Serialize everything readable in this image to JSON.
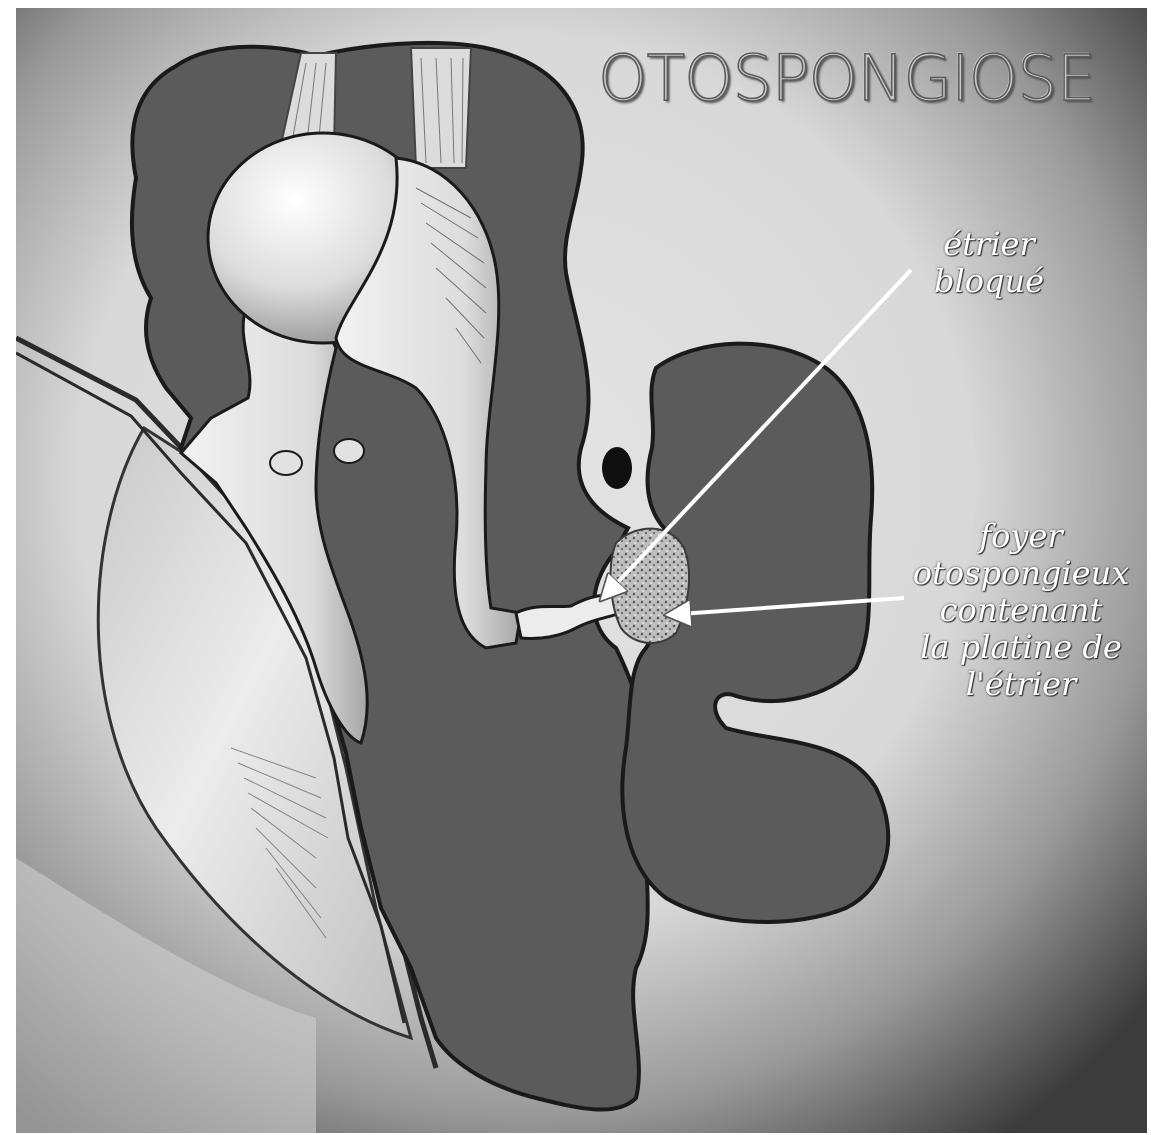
{
  "title": "OTOSPONGIOSE",
  "labels": {
    "etrier_bloque": {
      "line1": "étrier",
      "line2": "bloqué"
    },
    "foyer": {
      "line1": "foyer",
      "line2": "otospongieux",
      "line3": "contenant",
      "line4": "la platine de",
      "line5": "l'étrier"
    }
  },
  "colors": {
    "cavity": "#5b5b5b",
    "bone": "#e6e6e6",
    "vignette_dark": "#3c3c3c",
    "arrow": "#ffffff"
  }
}
